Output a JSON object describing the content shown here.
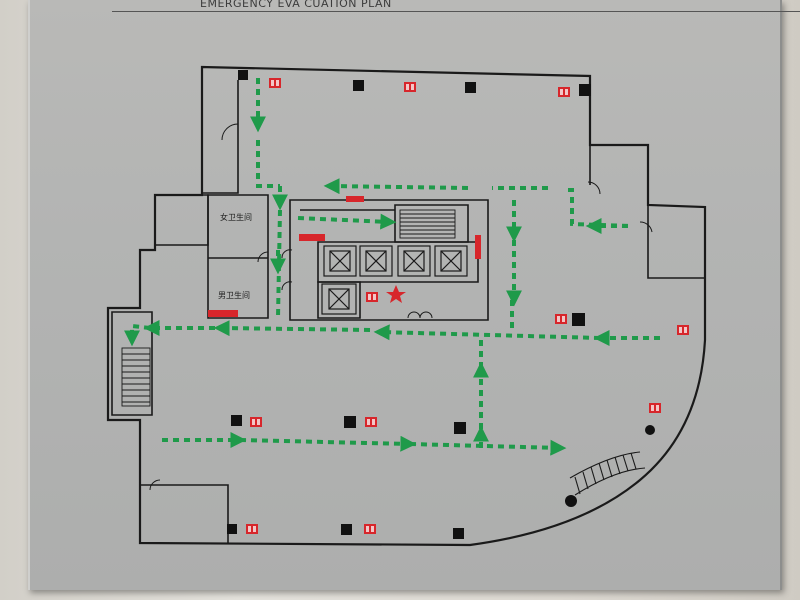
{
  "plan": {
    "title": "EMERGENCY EVA CUATION PLAN",
    "rooms": {
      "women_restroom": "女卫生间",
      "men_restroom": "男卫生间"
    }
  },
  "colors": {
    "plaque": "#b4b5b4",
    "wall_line": "#1a1a1a",
    "evacuation_arrow": "#1f9a4a",
    "fire_extinguisher": "#d7262b",
    "hydrant_box": "#111111",
    "you_are_here_star": "#d7262b"
  },
  "legend_icons": [
    "evacuation-arrow-icon",
    "fire-extinguisher-icon",
    "fire-hydrant-box-icon",
    "you-are-here-star-icon",
    "elevator-icon",
    "stairs-icon"
  ]
}
